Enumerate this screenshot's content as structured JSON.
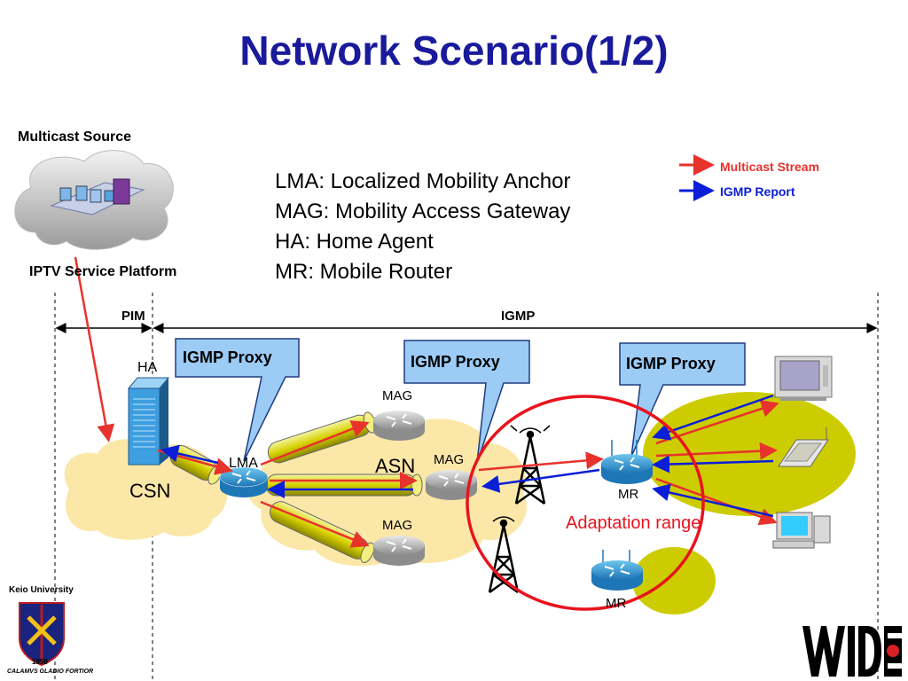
{
  "title": "Network Scenario(1/2)",
  "multicast_source_label": "Multicast Source",
  "platform_label": "IPTV Service Platform",
  "definitions": [
    "LMA: Localized Mobility Anchor",
    "MAG: Mobility Access Gateway",
    "HA: Home Agent",
    "MR: Mobile Router"
  ],
  "legend": {
    "multicast": {
      "label": "Multicast Stream",
      "color": "#e8322c"
    },
    "igmp": {
      "label": "IGMP Report",
      "color": "#0b1ed8"
    }
  },
  "spans": {
    "pim": "PIM",
    "igmp": "IGMP"
  },
  "callouts": [
    "IGMP Proxy",
    "IGMP Proxy",
    "IGMP Proxy"
  ],
  "nodes": {
    "ha": "HA",
    "lma": "LMA",
    "csn": "CSN",
    "asn": "ASN",
    "mag_top": "MAG",
    "mag_mid": "MAG",
    "mag_bot": "MAG",
    "mr_main": "MR",
    "mr_second": "MR"
  },
  "adaptation_label": "Adaptation range",
  "logos": {
    "keio": {
      "name": "Keio University",
      "year": "1858",
      "motto": "CALAMVS GLADIO FORTIOR"
    },
    "wide": "WIDE"
  },
  "colors": {
    "title": "#1a1a9c",
    "multicast": "#e8322c",
    "igmp": "#0b1ed8",
    "callout": "#9ccbf5",
    "cloud_csn": "#fbe7a8",
    "cloud_mr": "#cccc00"
  }
}
